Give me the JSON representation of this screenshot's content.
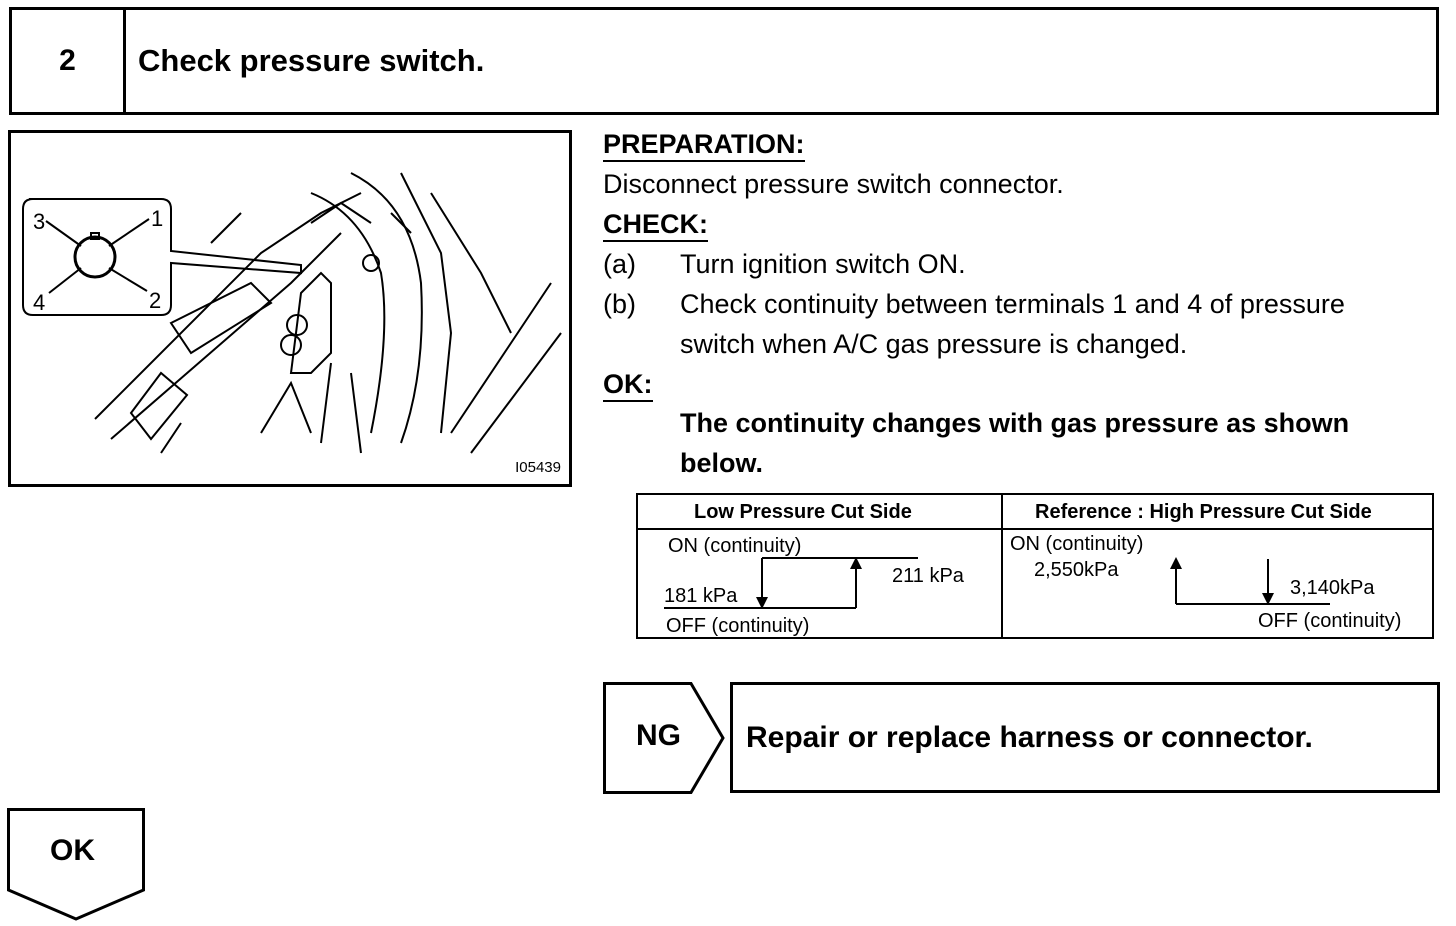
{
  "header": {
    "step_number": "2",
    "title": "Check pressure switch."
  },
  "figure": {
    "figure_id": "I05439",
    "terminal_labels": [
      "3",
      "1",
      "4",
      "2"
    ]
  },
  "instructions": {
    "preparation_heading": "PREPARATION:",
    "preparation_text": "Disconnect pressure switch connector.",
    "check_heading": "CHECK:",
    "steps": [
      {
        "marker": "(a)",
        "line1": "Turn ignition switch ON.",
        "line2": ""
      },
      {
        "marker": "(b)",
        "line1": "Check continuity between terminals 1 and 4 of pressure",
        "line2": "switch when A/C gas pressure is changed."
      }
    ],
    "ok_heading": "OK:",
    "ok_line1": "The continuity changes with gas pressure as shown",
    "ok_line2": "below."
  },
  "table": {
    "left_header": "Low Pressure Cut Side",
    "right_header": "Reference : High Pressure Cut Side",
    "left": {
      "on_label": "ON (continuity)",
      "off_label": "OFF (continuity)",
      "low_value": "181 kPa",
      "high_value": "211 kPa"
    },
    "right": {
      "on_label": "ON (continuity)",
      "off_label": "OFF (continuity)",
      "low_value": "2,550kPa",
      "high_value": "3,140kPa"
    }
  },
  "result_ng": {
    "label": "NG",
    "action": "Repair or replace harness or connector."
  },
  "result_ok": {
    "label": "OK"
  }
}
